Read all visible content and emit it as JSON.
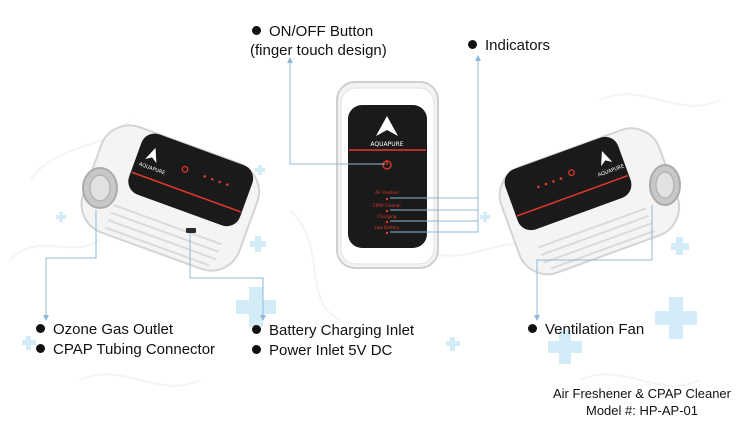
{
  "callouts": {
    "onoff_label": "ON/OFF Button",
    "onoff_sub": "(finger touch design)",
    "indicators": "Indicators",
    "ozone": "Ozone Gas Outlet",
    "cpap": "CPAP Tubing Connector",
    "battery": "Battery Charging Inlet",
    "power": "Power Inlet 5V DC",
    "fan": "Ventilation Fan"
  },
  "device": {
    "brand": "AQUAPURE",
    "indicator_labels": [
      "Air Freshen",
      "CPAP Cleaner",
      "Charging",
      "Low Battery"
    ]
  },
  "footer": {
    "line1": "Air Freshener & CPAP Cleaner",
    "line2": "Model #: HP-AP-01"
  },
  "colors": {
    "leader": "#8fb8d8",
    "cross": "#d3ecf7",
    "panel": "#1a1a1a",
    "accent": "#e23a2b",
    "body": "#f4f4f4"
  }
}
